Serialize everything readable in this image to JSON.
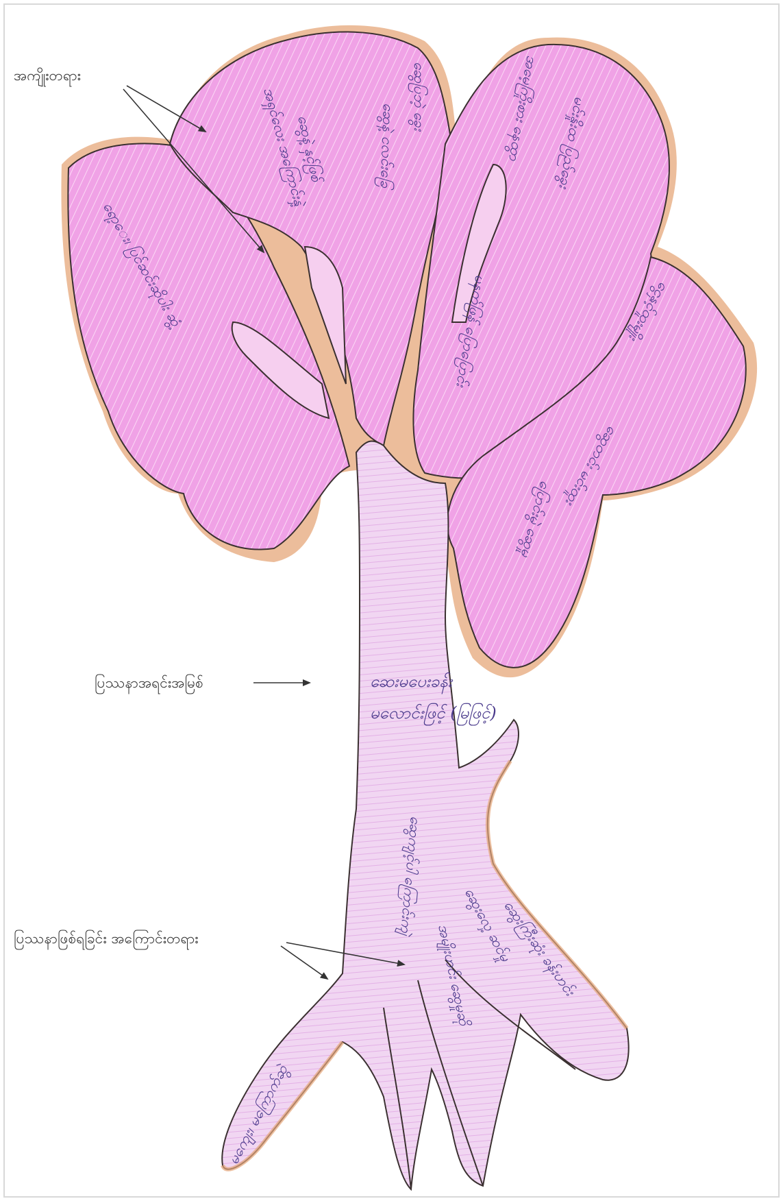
{
  "labels": {
    "effects": "အကျိုးတရား",
    "core_problem": "ပြဿနာအရင်းအမြစ်",
    "causes": "ပြဿနာဖြစ်ရခြင်း အကြောင်းတရား"
  },
  "trunk": {
    "line1": "ဆေးမပေးခန်း",
    "line2": "မလောင်းဖြင့် (မြဖြင့်)"
  },
  "canopy_notes": [
    "ရော့ေး၊ ပြင်ဆင်းဆိုပါး ဆွံ့",
    "အရှင်လေး အကြောင်းနှဲ့",
    "ဆွေနဲ့ နှင့်ဖြစ်",
    "ဆွေနဲ့ ငလင်းခြေ",
    "ဆွေပြဘဲ့ ခွေး",
    "မနက်ဖြန် ပြောပြောင်း",
    "အမေ့ကြိုးစား နေထွာ",
    "မင်းနှိုးထ ပြည်ခွေး",
    "ငွေနှင့်ထူးမျိုး",
    "ဆွေတင်း မင်းထူး",
    "ပြောင်းမွဲ ဆွေမှု"
  ],
  "root_notes": [
    "မကျေး၊ မကြောက်ဆွဲ",
    "ဆွေကျင့်ပါ ကြောင်းကျဲ",
    "အမျိုးဟင်း ဆွေမှုဆို",
    "ဆွေးလှေ့ ဆင်မှု",
    "ဆွေးကြီးဆုံး ခန်းဟင်း"
  ],
  "colors": {
    "canopy_fill": "#f0a2e6",
    "canopy_edge": "#dd9a72",
    "trunk_fill": "#f1d6f2",
    "outline": "#3a3030",
    "handwriting": "#4a3a8c",
    "arrow": "#333333"
  }
}
